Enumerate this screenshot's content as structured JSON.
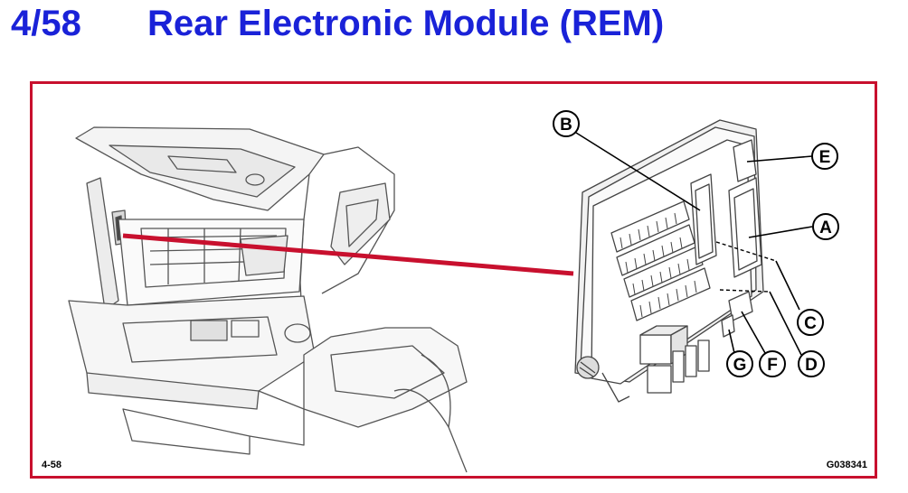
{
  "header": {
    "page_number": "4/58",
    "title": "Rear Electronic Module (REM)"
  },
  "figure": {
    "ref_left": "4-58",
    "ref_right": "G038341",
    "callouts": [
      "A",
      "B",
      "C",
      "D",
      "E",
      "F",
      "G"
    ]
  },
  "colors": {
    "title": "#1a22d8",
    "frame": "#c8102e",
    "pointer_line": "#c8102e",
    "drawing": "#555555"
  }
}
